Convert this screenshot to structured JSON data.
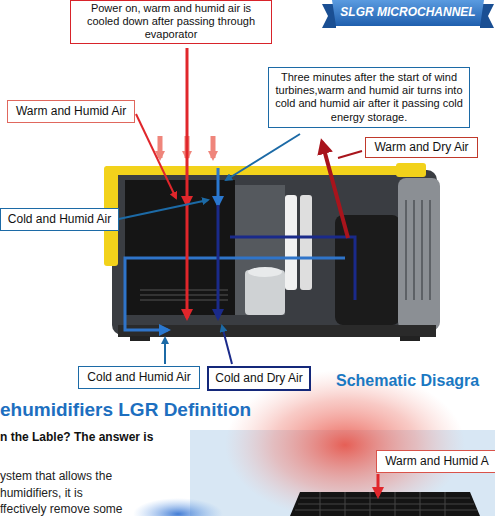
{
  "diagram": {
    "title": "ehumidifiers LGR Definition",
    "nodes": [
      {
        "text": [
          "Power on, warm and humid air is cooled down after passing through evaporator"
        ]
      },
      {
        "text": [
          "SLGR MICROCHANNEL"
        ]
      },
      {
        "text": [
          "Warm and Humid Air"
        ]
      },
      {
        "text": [
          "Three minutes after the start of wind turbines,warm and humid air turns into cold and humid air after it passing cold energy storage."
        ]
      },
      {
        "text": [
          "Warm and Dry Air"
        ]
      },
      {
        "text": [
          "Cold and Humid Air"
        ]
      },
      {
        "text": [
          "Cold and Humid Air"
        ]
      },
      {
        "text": [
          "Cold and Dry Air"
        ]
      },
      {
        "text": [
          "Warm and Humid A"
        ]
      }
    ],
    "labels": [
      "Schematic Disagra",
      "n the Lable? The answer is",
      "ystem that allows the",
      "humidifiers, it is",
      "ffectively remove some"
    ]
  }
}
